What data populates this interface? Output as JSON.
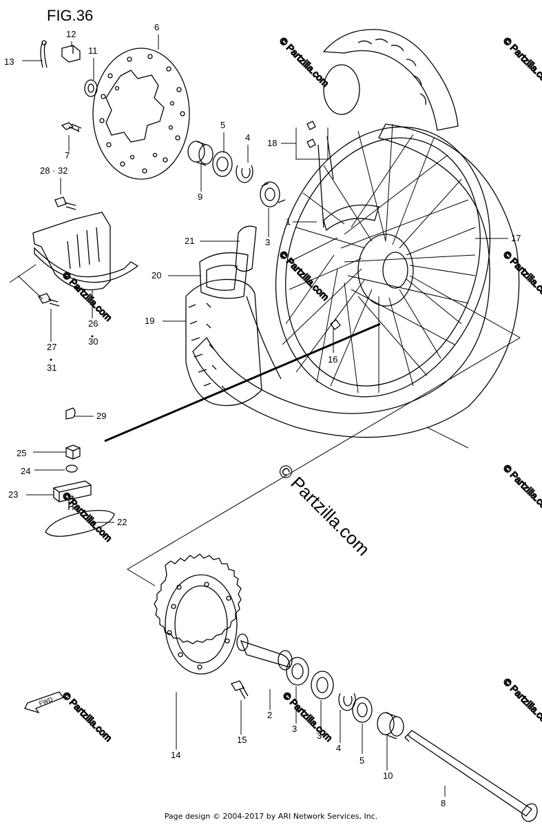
{
  "figure": {
    "title": "FIG.36"
  },
  "callouts": [
    {
      "id": "13",
      "label": "13"
    },
    {
      "id": "12",
      "label": "12"
    },
    {
      "id": "11",
      "label": "11"
    },
    {
      "id": "6",
      "label": "6"
    },
    {
      "id": "7",
      "label": "7"
    },
    {
      "id": "28-32",
      "label": "28 · 32"
    },
    {
      "id": "5a",
      "label": "5"
    },
    {
      "id": "4a",
      "label": "4"
    },
    {
      "id": "9",
      "label": "9"
    },
    {
      "id": "18",
      "label": "18"
    },
    {
      "id": "1",
      "label": "1"
    },
    {
      "id": "3a",
      "label": "3"
    },
    {
      "id": "21",
      "label": "21"
    },
    {
      "id": "20",
      "label": "20"
    },
    {
      "id": "17",
      "label": "17"
    },
    {
      "id": "19",
      "label": "19"
    },
    {
      "id": "26",
      "label": "26"
    },
    {
      "id": "30",
      "label": "30"
    },
    {
      "id": "27",
      "label": "27"
    },
    {
      "id": "31",
      "label": "31"
    },
    {
      "id": "16",
      "label": "16"
    },
    {
      "id": "29",
      "label": "29"
    },
    {
      "id": "25",
      "label": "25"
    },
    {
      "id": "24",
      "label": "24"
    },
    {
      "id": "23",
      "label": "23"
    },
    {
      "id": "22",
      "label": "22"
    },
    {
      "id": "14",
      "label": "14"
    },
    {
      "id": "15",
      "label": "15"
    },
    {
      "id": "2",
      "label": "2"
    },
    {
      "id": "3b",
      "label": "3"
    },
    {
      "id": "3c",
      "label": "3"
    },
    {
      "id": "4b",
      "label": "4"
    },
    {
      "id": "5b",
      "label": "5"
    },
    {
      "id": "10",
      "label": "10"
    },
    {
      "id": "8",
      "label": "8"
    }
  ],
  "fwd_badge": "FWD",
  "watermark": {
    "main": "© Partzilla.com",
    "small": "© Partzilla.com"
  },
  "footer": "Page design © 2004-2017 by ARI Network Services, Inc."
}
